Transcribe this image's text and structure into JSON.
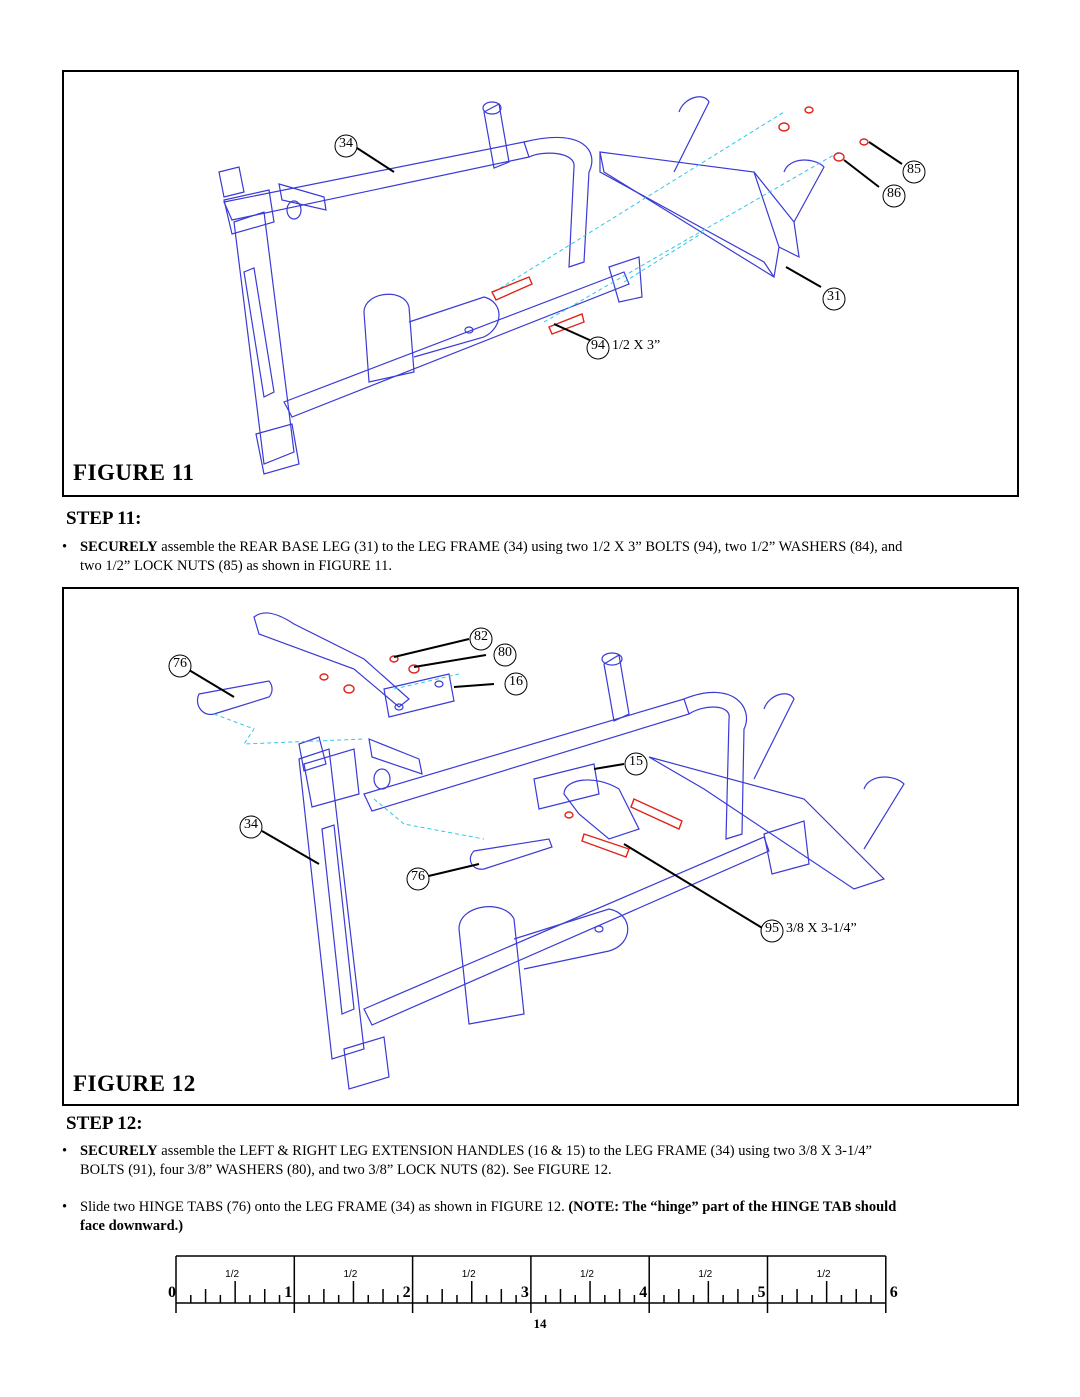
{
  "figure11": {
    "title": "FIGURE 11",
    "callouts": [
      "34",
      "85",
      "86",
      "31",
      "94"
    ],
    "bolt_spec": "1/2 X 3”"
  },
  "step11": {
    "heading": "STEP 11:",
    "bullet1_bold": "SECURELY",
    "bullet1_line1": " assemble the REAR BASE LEG (31) to the LEG FRAME (34) using two 1/2 X 3” BOLTS (94), two 1/2” WASHERS (84), and",
    "bullet1_line2": "two 1/2” LOCK NUTS (85) as shown in FIGURE 11."
  },
  "figure12": {
    "title": "FIGURE 12",
    "callouts": [
      "82",
      "80",
      "76",
      "16",
      "15",
      "34",
      "76",
      "95"
    ],
    "bolt_spec": "3/8 X 3-1/4”"
  },
  "step12": {
    "heading": "STEP 12:",
    "bullet1_bold": "SECURELY",
    "bullet1_line1": " assemble the LEFT & RIGHT LEG EXTENSION HANDLES (16 & 15) to the LEG FRAME (34) using two 3/8 X 3-1/4”",
    "bullet1_line2": "BOLTS (91), four 3/8” WASHERS (80),  and two 3/8” LOCK NUTS (82). See FIGURE 12.",
    "bullet2_line1": "Slide two HINGE TABS (76) onto the LEG FRAME (34) as shown in FIGURE 12. ",
    "bullet2_bold1": "(NOTE: The “hinge” part of the HINGE TAB should",
    "bullet2_bold2": "face downward.)"
  },
  "ruler": {
    "inch_labels": [
      "0",
      "1",
      "2",
      "3",
      "4",
      "5",
      "6"
    ],
    "half_labels": [
      "1/2",
      "1/2",
      "1/2",
      "1/2",
      "1/2",
      "1/2"
    ]
  },
  "page_number": "14",
  "colors": {
    "line_art": "#3a3ad6",
    "hidden_line": "#33c6e6",
    "hardware": "#e2231a"
  }
}
